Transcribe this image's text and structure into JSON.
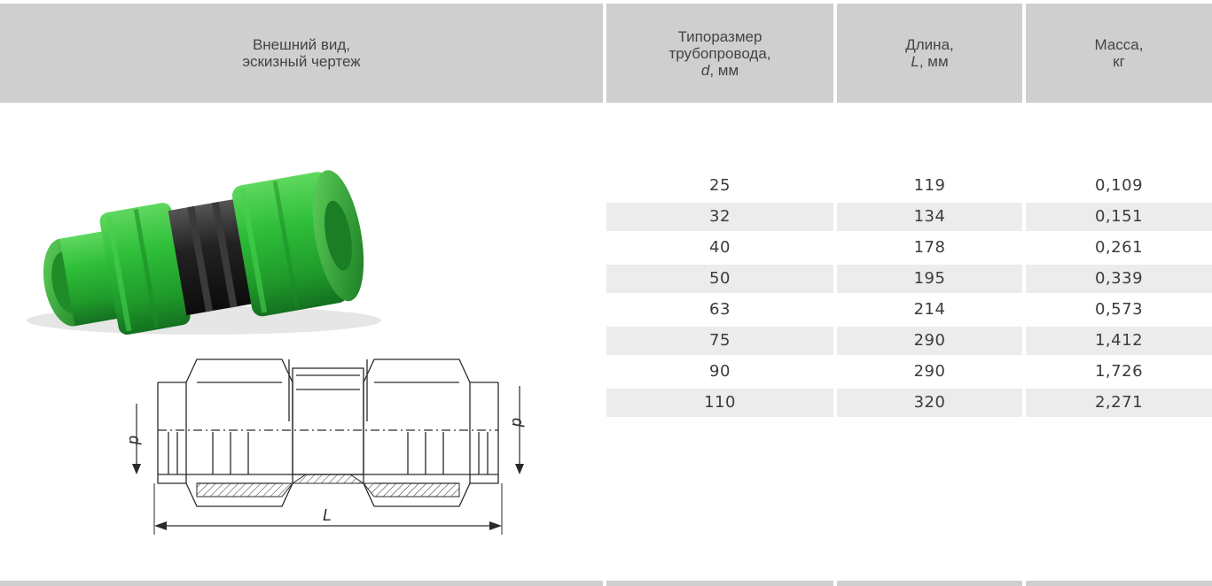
{
  "header": {
    "col1": [
      "Внешний вид,",
      "эскизный чертеж"
    ],
    "col2": [
      "Типоразмер",
      "трубопровода,"
    ],
    "col2_var": "d",
    "col2_unit": ", мм",
    "col3": "Длина,",
    "col3_var": "L",
    "col3_unit": ", мм",
    "col4": [
      "Масса,",
      "кг"
    ]
  },
  "rows": [
    {
      "d": "25",
      "L": "119",
      "m": "0,109"
    },
    {
      "d": "32",
      "L": "134",
      "m": "0,151"
    },
    {
      "d": "40",
      "L": "178",
      "m": "0,261"
    },
    {
      "d": "50",
      "L": "195",
      "m": "0,339"
    },
    {
      "d": "63",
      "L": "214",
      "m": "0,573"
    },
    {
      "d": "75",
      "L": "290",
      "m": "1,412"
    },
    {
      "d": "90",
      "L": "290",
      "m": "1,726"
    },
    {
      "d": "110",
      "L": "320",
      "m": "2,271"
    }
  ],
  "drawing": {
    "label_d": "d",
    "label_L": "L"
  },
  "colors": {
    "header_bg": "#cfcfcf",
    "row_shade": "#ececec",
    "fitting_green": "#2fb53a",
    "fitting_black": "#1d1d1d"
  }
}
